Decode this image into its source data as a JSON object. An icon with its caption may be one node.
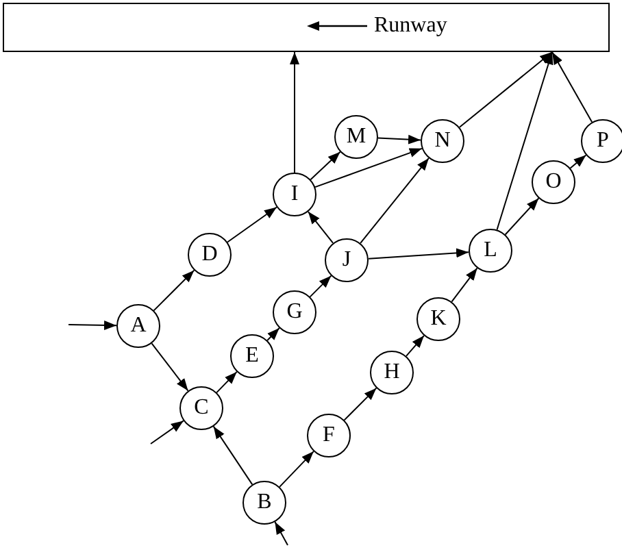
{
  "diagram": {
    "nodes": [
      {
        "text": [
          "Runway"
        ]
      },
      {
        "text": [
          "A"
        ]
      },
      {
        "text": [
          "B"
        ]
      },
      {
        "text": [
          "C"
        ]
      },
      {
        "text": [
          "D"
        ]
      },
      {
        "text": [
          "E"
        ]
      },
      {
        "text": [
          "F"
        ]
      },
      {
        "text": [
          "G"
        ]
      },
      {
        "text": [
          "H"
        ]
      },
      {
        "text": [
          "I"
        ]
      },
      {
        "text": [
          "J"
        ]
      },
      {
        "text": [
          "K"
        ]
      },
      {
        "text": [
          "L"
        ]
      },
      {
        "text": [
          "M"
        ]
      },
      {
        "text": [
          "N"
        ]
      },
      {
        "text": [
          "O"
        ]
      },
      {
        "text": [
          "P"
        ]
      }
    ],
    "edges": [
      {
        "from": null,
        "to": 1,
        "arrow": "to"
      },
      {
        "from": 1,
        "to": 4,
        "arrow": "to"
      },
      {
        "from": 1,
        "to": 3,
        "arrow": "to"
      },
      {
        "from": null,
        "to": 3,
        "arrow": "to"
      },
      {
        "from": 2,
        "to": 3,
        "arrow": "to"
      },
      {
        "from": null,
        "to": 2,
        "arrow": "to"
      },
      {
        "from": 3,
        "to": 5,
        "arrow": "to"
      },
      {
        "from": 5,
        "to": 7,
        "arrow": "to"
      },
      {
        "from": 7,
        "to": 10,
        "arrow": "to"
      },
      {
        "from": 10,
        "to": 9,
        "arrow": "to"
      },
      {
        "from": 4,
        "to": 9,
        "arrow": "to"
      },
      {
        "from": 9,
        "to": 0,
        "arrow": "to"
      },
      {
        "from": 9,
        "to": 13,
        "arrow": "to"
      },
      {
        "from": 9,
        "to": 14,
        "arrow": "to"
      },
      {
        "from": 13,
        "to": 14,
        "arrow": "to"
      },
      {
        "from": 10,
        "to": 14,
        "arrow": "to"
      },
      {
        "from": 10,
        "to": 12,
        "arrow": "to"
      },
      {
        "from": 14,
        "to": 0,
        "arrow": "to"
      },
      {
        "from": 2,
        "to": 6,
        "arrow": "to"
      },
      {
        "from": 6,
        "to": 8,
        "arrow": "to"
      },
      {
        "from": 8,
        "to": 11,
        "arrow": "to"
      },
      {
        "from": 11,
        "to": 12,
        "arrow": "to"
      },
      {
        "from": 12,
        "to": 0,
        "arrow": "to"
      },
      {
        "from": 12,
        "to": 15,
        "arrow": "to"
      },
      {
        "from": 15,
        "to": 16,
        "arrow": "to"
      },
      {
        "from": 16,
        "to": 0,
        "arrow": "to"
      }
    ]
  }
}
